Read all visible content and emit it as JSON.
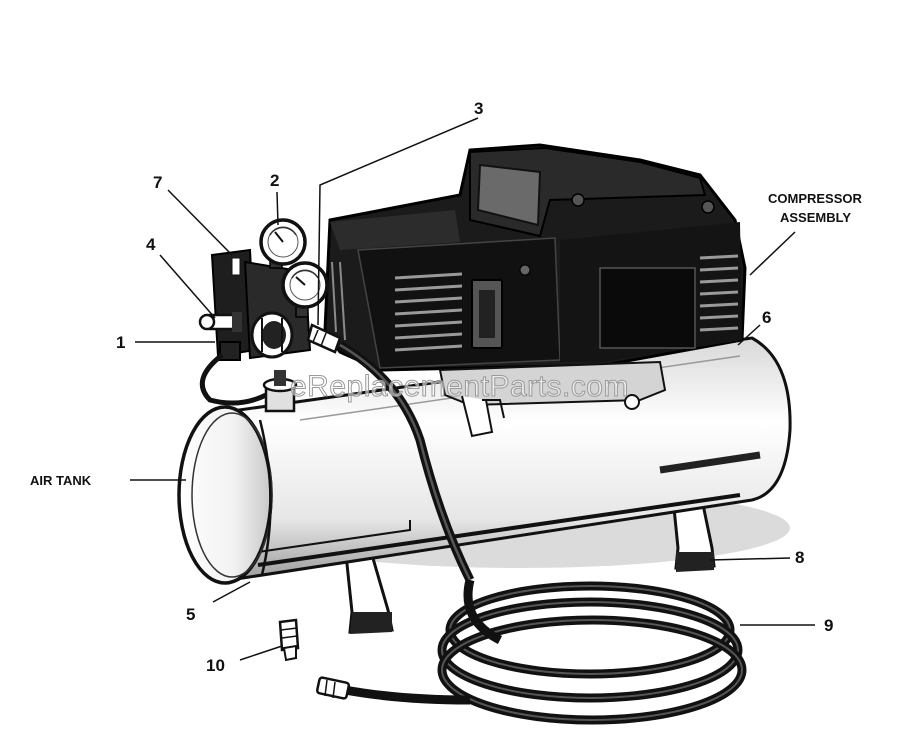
{
  "watermark": "eReplacementParts.com",
  "labels": {
    "part_1": "1",
    "part_2": "2",
    "part_3": "3",
    "part_4": "4",
    "part_5": "5",
    "part_6": "6",
    "part_7": "7",
    "part_8": "8",
    "part_9": "9",
    "part_10": "10",
    "air_tank": "AIR TANK",
    "compressor_line1": "COMPRESSOR",
    "compressor_line2": "ASSEMBLY"
  },
  "colors": {
    "ink": "#111111",
    "background": "#ffffff"
  }
}
